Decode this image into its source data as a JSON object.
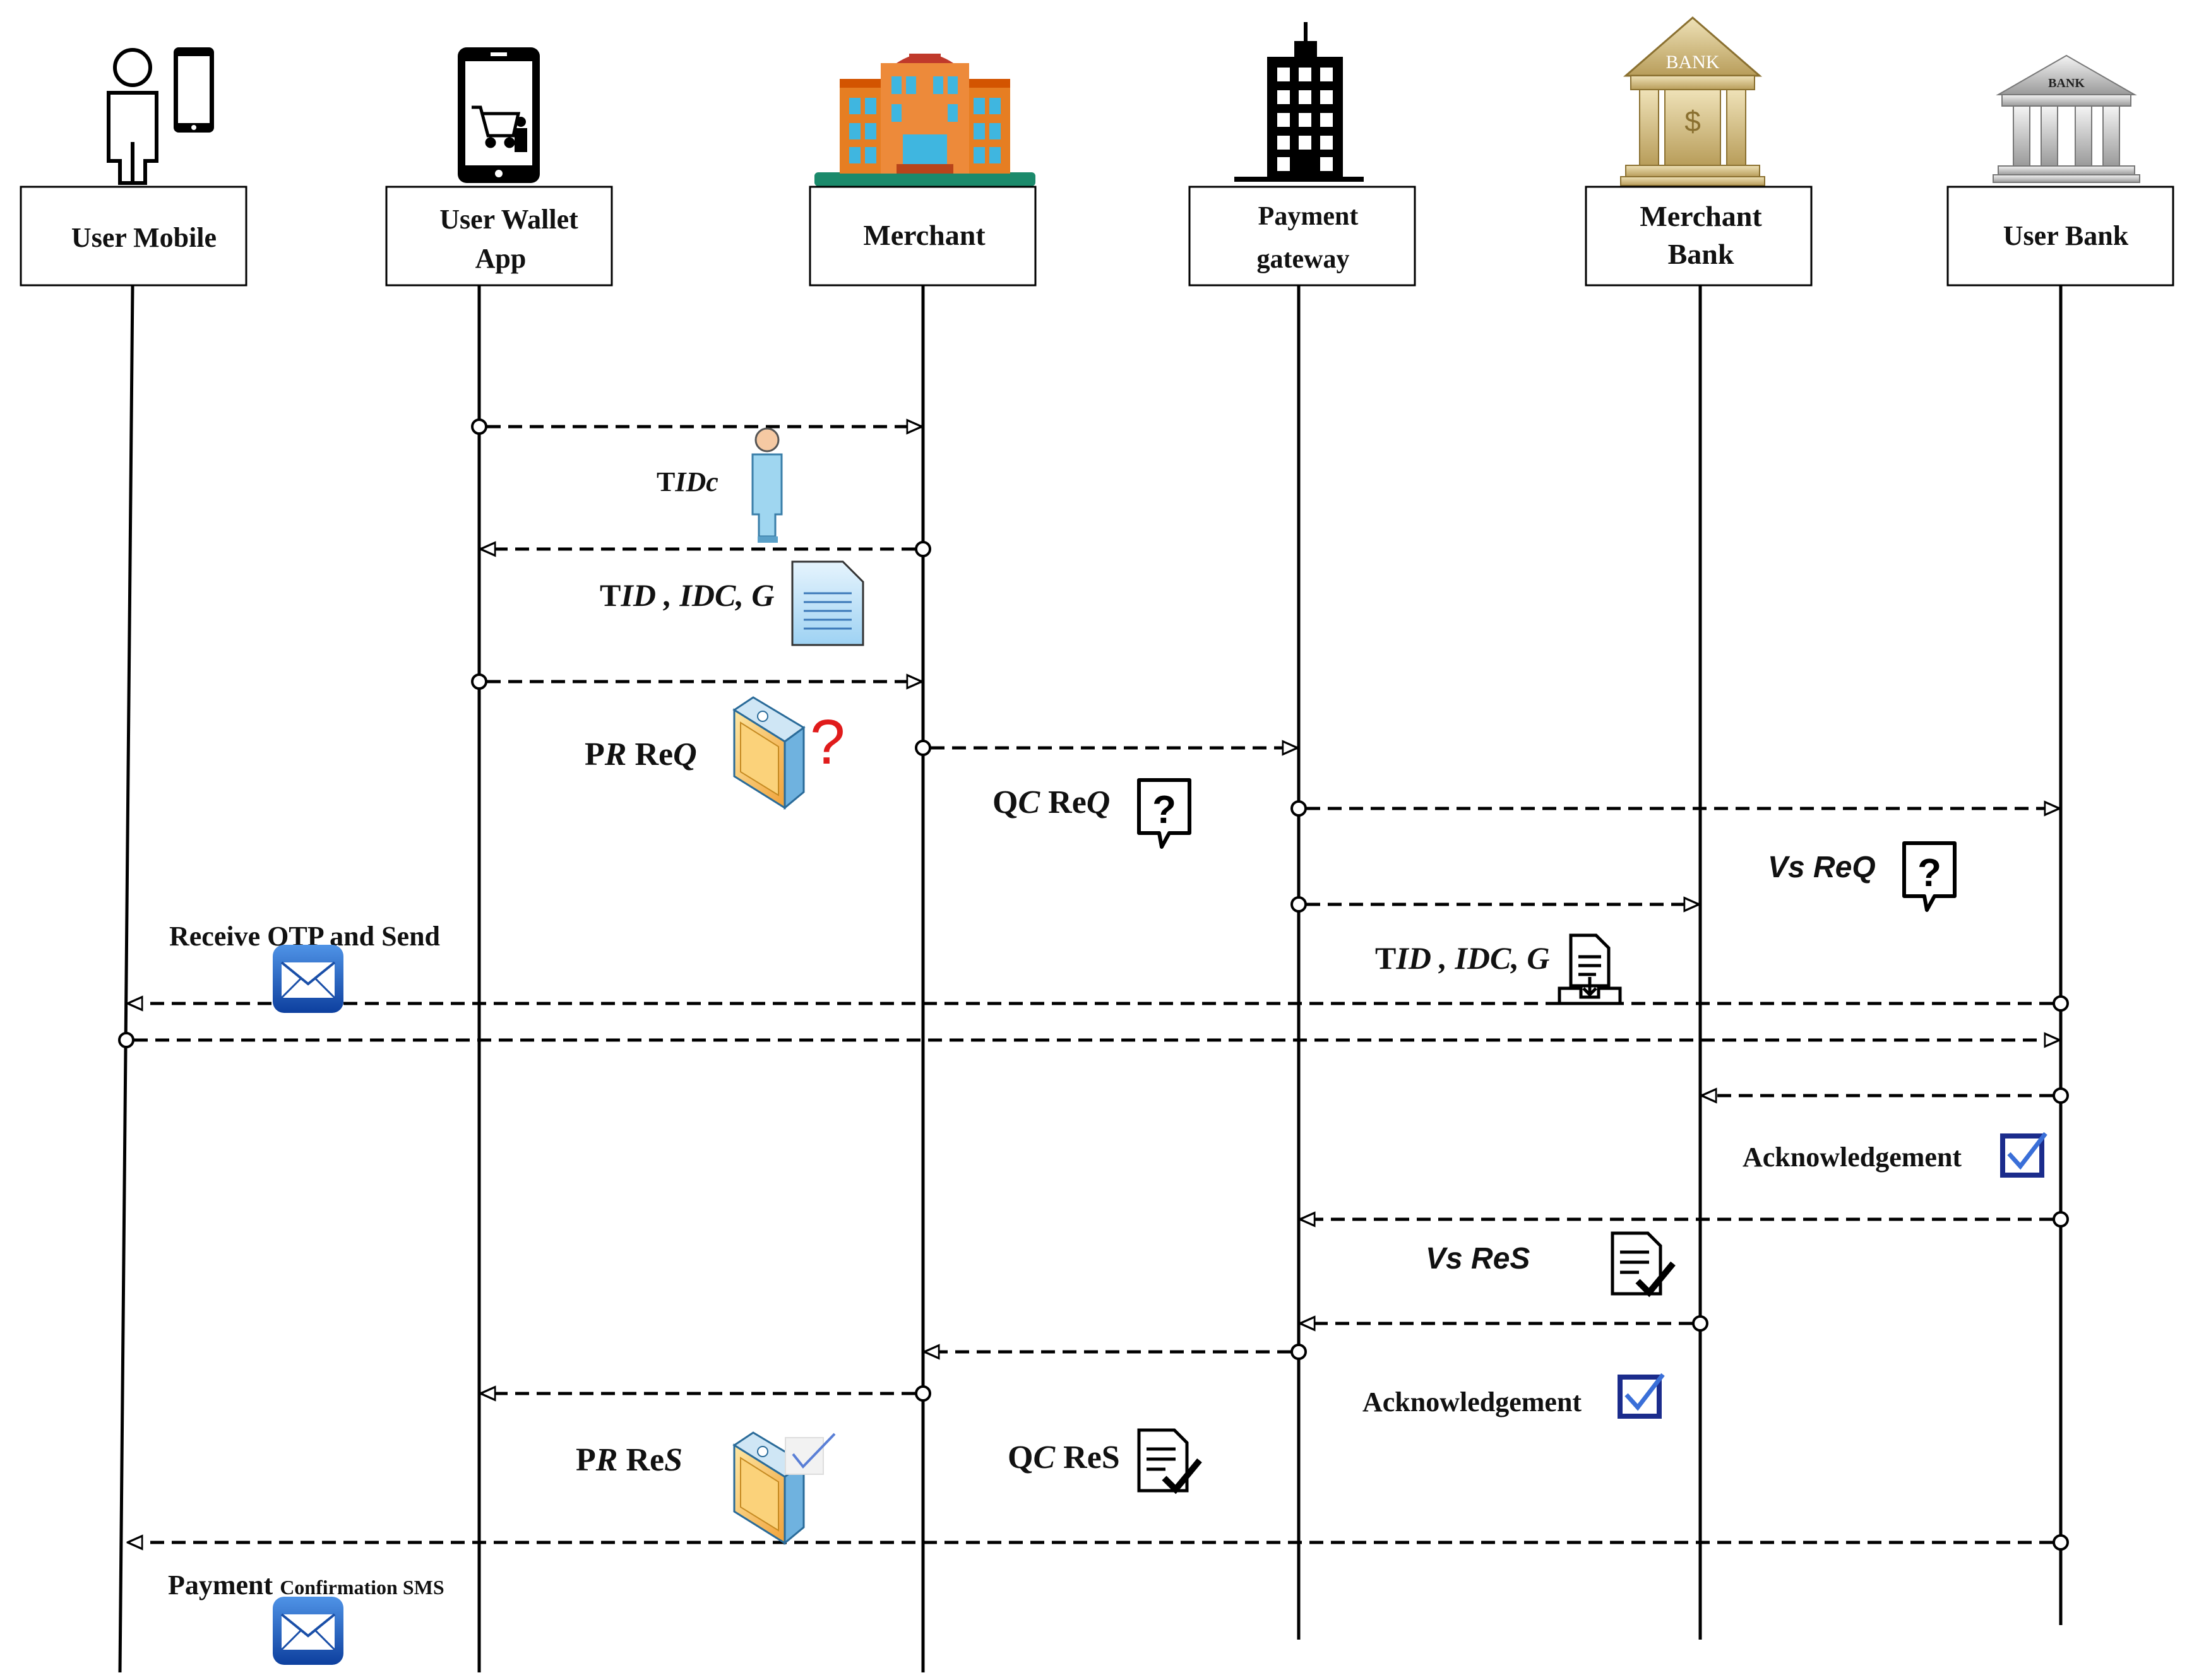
{
  "actors": [
    {
      "name": "User Mobile",
      "lines": [
        "User Mobile"
      ]
    },
    {
      "name": "User Wallet App",
      "lines": [
        "User Wallet",
        "App"
      ]
    },
    {
      "name": "Merchant",
      "lines": [
        "Merchant"
      ]
    },
    {
      "name": "Payment gateway",
      "lines": [
        "Payment",
        "gateway"
      ]
    },
    {
      "name": "Merchant Bank",
      "lines": [
        "Merchant",
        "Bank"
      ]
    },
    {
      "name": "User Bank",
      "lines": [
        "User Bank"
      ]
    }
  ],
  "messages": [
    {
      "from": 1,
      "to": 2
    },
    {
      "from": 2,
      "to": 1
    },
    {
      "from": 1,
      "to": 2
    },
    {
      "from": 2,
      "to": 3
    },
    {
      "from": 3,
      "to": 5
    },
    {
      "from": 3,
      "to": 4
    },
    {
      "from": 5,
      "to": 0
    },
    {
      "from": 0,
      "to": 5
    },
    {
      "from": 5,
      "to": 4
    },
    {
      "from": 5,
      "to": 3
    },
    {
      "from": 4,
      "to": 3
    },
    {
      "from": 3,
      "to": 2
    },
    {
      "from": 2,
      "to": 1
    },
    {
      "from": 5,
      "to": 0
    }
  ],
  "labels": {
    "tidc_pre": "T",
    "tidc_it": "IDc",
    "tid_idc_g_1_pre": "T",
    "tid_idc_g_1_it": "ID , IDC, G",
    "pr_req_p": "P",
    "pr_req_r": "R",
    "pr_req_re": " Re",
    "pr_req_q": "Q",
    "qc_req_q": "Q",
    "qc_req_c": "C",
    "qc_req_re": " Re",
    "qc_req_qq": "Q",
    "vs_req": "Vs ReQ",
    "receive_otp": "Receive OTP and Send",
    "tid_idc_g_2_pre": "T",
    "tid_idc_g_2_it": "ID , IDC, G",
    "ack_1": "Acknowledgement",
    "vs_res": "Vs ReS",
    "ack_2": "Acknowledgement",
    "pr_res_p": "P",
    "pr_res_r": "R",
    "pr_res_re": " Re",
    "pr_res_s": "S",
    "qc_res_q": "Q",
    "qc_res_c": "C",
    "qc_res_re": " ReS",
    "payment_big": "Payment ",
    "payment_small": "Confirmation SMS"
  },
  "icons": [
    "person-icon",
    "smartphone-icon",
    "shopping-cart-phone-icon",
    "merchant-building-icon",
    "skyscraper-icon",
    "merchant-bank-icon",
    "user-bank-icon",
    "standing-man-icon",
    "document-icon",
    "server-box-icon",
    "question-mark-icon",
    "question-bubble-icon",
    "inbox-download-icon",
    "mail-icon",
    "checkbox-checked-icon",
    "checklist-document-icon"
  ],
  "colors": {
    "line": "#000000",
    "mail_blue": "#1f5fbf",
    "check_blue": "#1b2c8c",
    "question_red": "#e01b1b",
    "doc_blue": "#8fc9ef",
    "box_orange": "#f4b24a"
  }
}
